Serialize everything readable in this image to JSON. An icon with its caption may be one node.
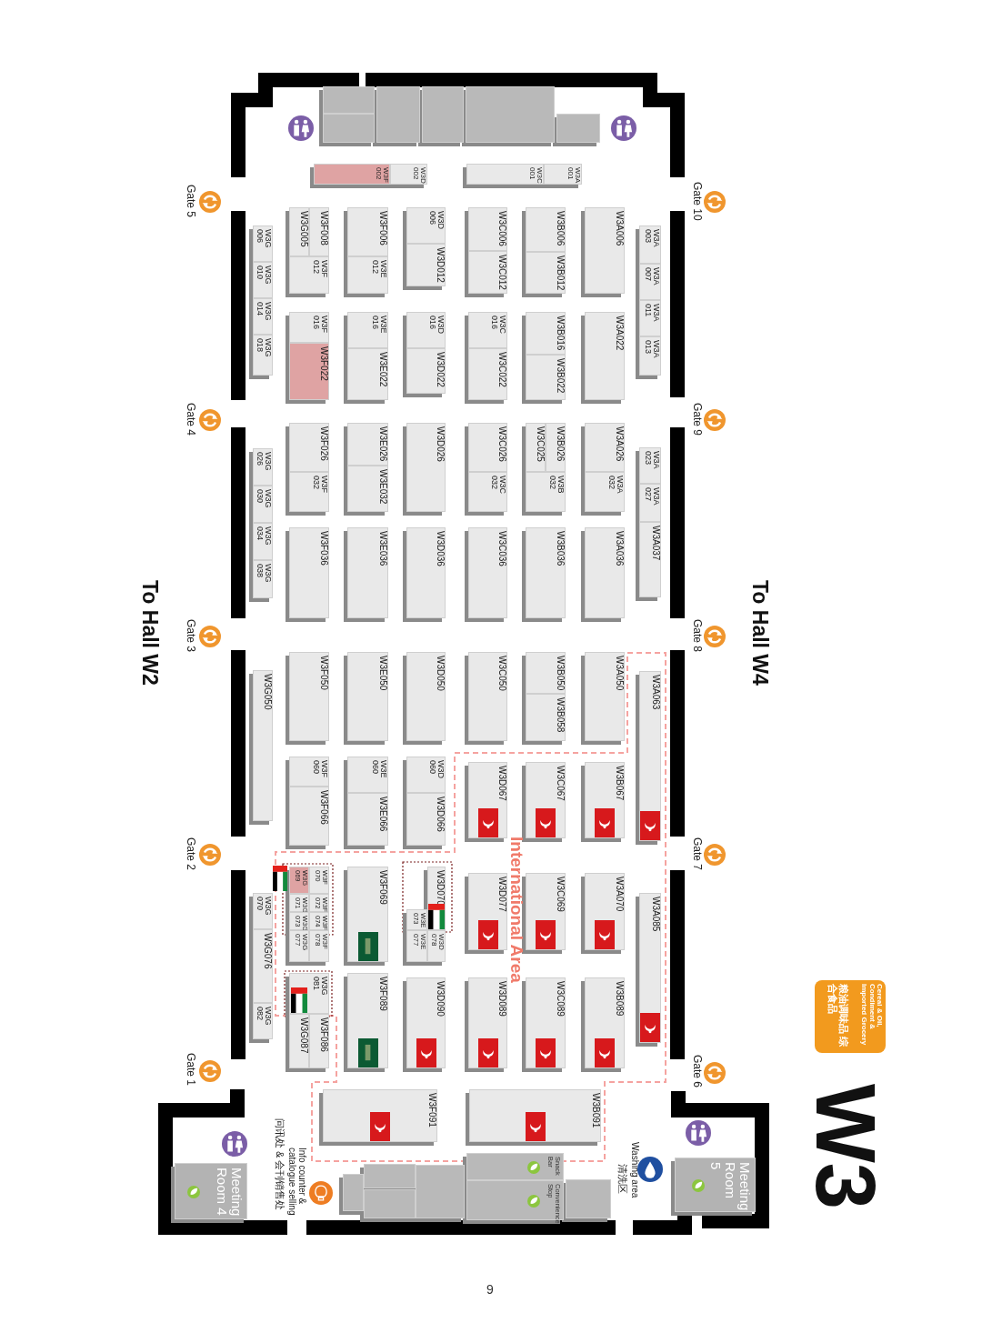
{
  "diagram": {
    "nodes": [
      {
        "text": [
          "W3A 001"
        ]
      },
      {
        "text": [
          "W3C 001"
        ]
      },
      {
        "text": [
          "W3D 002"
        ]
      },
      {
        "text": [
          "W3F 002"
        ]
      },
      {
        "text": [],
        "shape": "box"
      },
      {
        "text": [],
        "shape": "box"
      },
      {
        "text": [],
        "shape": "box"
      },
      {
        "text": [],
        "shape": "box"
      },
      {
        "text": [],
        "shape": "box"
      },
      {
        "text": [],
        "shape": "box"
      },
      {
        "text": [
          "W3A 003"
        ]
      },
      {
        "text": [
          "W3A 007"
        ]
      },
      {
        "text": [
          "W3A 011"
        ]
      },
      {
        "text": [
          "W3A 013"
        ]
      },
      {
        "text": [
          "W3A006"
        ]
      },
      {
        "text": [
          "W3B006"
        ]
      },
      {
        "text": [
          "W3B012"
        ]
      },
      {
        "text": [
          "W3C006"
        ]
      },
      {
        "text": [
          "W3C012"
        ]
      },
      {
        "text": [
          "W3D 006"
        ]
      },
      {
        "text": [
          "W3D012"
        ]
      },
      {
        "text": [
          "W3F006"
        ]
      },
      {
        "text": [
          "W3E 012"
        ]
      },
      {
        "text": [
          "W3F008"
        ]
      },
      {
        "text": [
          "W3G005"
        ]
      },
      {
        "text": [
          "W3F 012"
        ]
      },
      {
        "text": [
          "W3G 006"
        ]
      },
      {
        "text": [
          "W3G 010"
        ]
      },
      {
        "text": [
          "W3G 014"
        ]
      },
      {
        "text": [
          "W3G 018"
        ]
      },
      {
        "text": [
          "W3A022"
        ]
      },
      {
        "text": [
          "W3B016"
        ]
      },
      {
        "text": [
          "W3B022"
        ]
      },
      {
        "text": [
          "W3C 016"
        ]
      },
      {
        "text": [
          "W3C022"
        ]
      },
      {
        "text": [
          "W3D 016"
        ]
      },
      {
        "text": [
          "W3D022"
        ]
      },
      {
        "text": [
          "W3E 016"
        ]
      },
      {
        "text": [
          "W3E022"
        ]
      },
      {
        "text": [
          "W3F 016"
        ]
      },
      {
        "text": [
          "W3F022"
        ]
      },
      {
        "text": [
          "W3A 023"
        ]
      },
      {
        "text": [
          "W3A 027"
        ]
      },
      {
        "text": [
          "W3A037"
        ]
      },
      {
        "text": [
          "W3A026"
        ]
      },
      {
        "text": [
          "W3A 032"
        ]
      },
      {
        "text": [
          "W3B026"
        ]
      },
      {
        "text": [
          "W3C025"
        ]
      },
      {
        "text": [
          "W3B 032"
        ]
      },
      {
        "text": [
          "W3C026"
        ]
      },
      {
        "text": [
          "W3C 032"
        ]
      },
      {
        "text": [
          "W3D026"
        ]
      },
      {
        "text": [
          "W3E026"
        ]
      },
      {
        "text": [
          "W3E032"
        ]
      },
      {
        "text": [
          "W3F026"
        ]
      },
      {
        "text": [
          "W3F 032"
        ]
      },
      {
        "text": [
          "W3G 026"
        ]
      },
      {
        "text": [
          "W3G 030"
        ]
      },
      {
        "text": [
          "W3G 034"
        ]
      },
      {
        "text": [
          "W3G 038"
        ]
      },
      {
        "text": [
          "W3A036"
        ]
      },
      {
        "text": [
          "W3B036"
        ]
      },
      {
        "text": [
          "W3C036"
        ]
      },
      {
        "text": [
          "W3D036"
        ]
      },
      {
        "text": [
          "W3E036"
        ]
      },
      {
        "text": [
          "W3F036"
        ]
      },
      {
        "text": [
          "W3A063"
        ]
      },
      {
        "text": [
          "W3A050"
        ]
      },
      {
        "text": [
          "W3B050"
        ]
      },
      {
        "text": [
          "W3B058"
        ]
      },
      {
        "text": [
          "W3C050"
        ]
      },
      {
        "text": [
          "W3D050"
        ]
      },
      {
        "text": [
          "W3E050"
        ]
      },
      {
        "text": [
          "W3F050"
        ]
      },
      {
        "text": [
          "W3G050"
        ]
      },
      {
        "text": [
          "W3B067"
        ]
      },
      {
        "text": [
          "W3C067"
        ]
      },
      {
        "text": [
          "W3D067"
        ]
      },
      {
        "text": [
          "W3D 060"
        ]
      },
      {
        "text": [
          "W3D066"
        ]
      },
      {
        "text": [
          "W3E 060"
        ]
      },
      {
        "text": [
          "W3E066"
        ]
      },
      {
        "text": [
          "W3F 060"
        ]
      },
      {
        "text": [
          "W3F066"
        ]
      },
      {
        "text": [
          "W3A085"
        ]
      },
      {
        "text": [
          "W3A070"
        ]
      },
      {
        "text": [
          "W3C069"
        ]
      },
      {
        "text": [
          "W3D077"
        ]
      },
      {
        "text": [
          "W3D070"
        ]
      },
      {
        "text": [
          "W3E 073"
        ]
      },
      {
        "text": [
          "W3D 078"
        ]
      },
      {
        "text": [
          "W3E 077"
        ]
      },
      {
        "text": [
          "W3F069"
        ]
      },
      {
        "text": [
          "W3F 070"
        ]
      },
      {
        "text": [
          "W3F 072"
        ]
      },
      {
        "text": [
          "W3F 074"
        ]
      },
      {
        "text": [
          "W3F 078"
        ]
      },
      {
        "text": [
          "W3G 069"
        ]
      },
      {
        "text": [
          "W3G 071"
        ]
      },
      {
        "text": [
          "W3G 073"
        ]
      },
      {
        "text": [
          "W3G 077"
        ]
      },
      {
        "text": [
          "W3G 070"
        ]
      },
      {
        "text": [
          "W3G076"
        ]
      },
      {
        "text": [
          "W3G 082"
        ]
      },
      {
        "text": [
          "W3B089"
        ]
      },
      {
        "text": [
          "W3C089"
        ]
      },
      {
        "text": [
          "W3D089"
        ]
      },
      {
        "text": [
          "W3D090"
        ]
      },
      {
        "text": [
          "W3F089"
        ]
      },
      {
        "text": [
          "W3G 081"
        ]
      },
      {
        "text": [
          "W3F086"
        ]
      },
      {
        "text": [
          "W3G087"
        ]
      },
      {
        "text": [
          "W3B091"
        ]
      },
      {
        "text": [
          "W3F091"
        ]
      },
      {
        "text": [],
        "shape": "box"
      },
      {
        "text": [
          "Snack Bar"
        ]
      },
      {
        "text": [
          "Convenience Stop"
        ]
      },
      {
        "text": [],
        "shape": "box"
      },
      {
        "text": [],
        "shape": "box"
      },
      {
        "text": [],
        "shape": "box"
      },
      {
        "text": [],
        "shape": "box"
      },
      {
        "text": [
          "Meeting Room 5"
        ]
      },
      {
        "text": [
          "Meeting Room 4"
        ]
      },
      {
        "text": [
          "Cereal & Oil, Condiment & Imported Grocery",
          "粮油调味品 综合食品"
        ]
      }
    ],
    "labels": [
      "Gate 10",
      "Gate 9",
      "Gate 8",
      "Gate 7",
      "Gate 6",
      "Gate 5",
      "Gate 4",
      "Gate 3",
      "Gate 2",
      "Gate 1",
      "To Hall W4",
      "To Hall W2",
      "International Area",
      "Info counter & catalogue selling",
      "问讯处 & 会刊销售处",
      "Washing area",
      "清洗区",
      "W3",
      "9"
    ]
  }
}
